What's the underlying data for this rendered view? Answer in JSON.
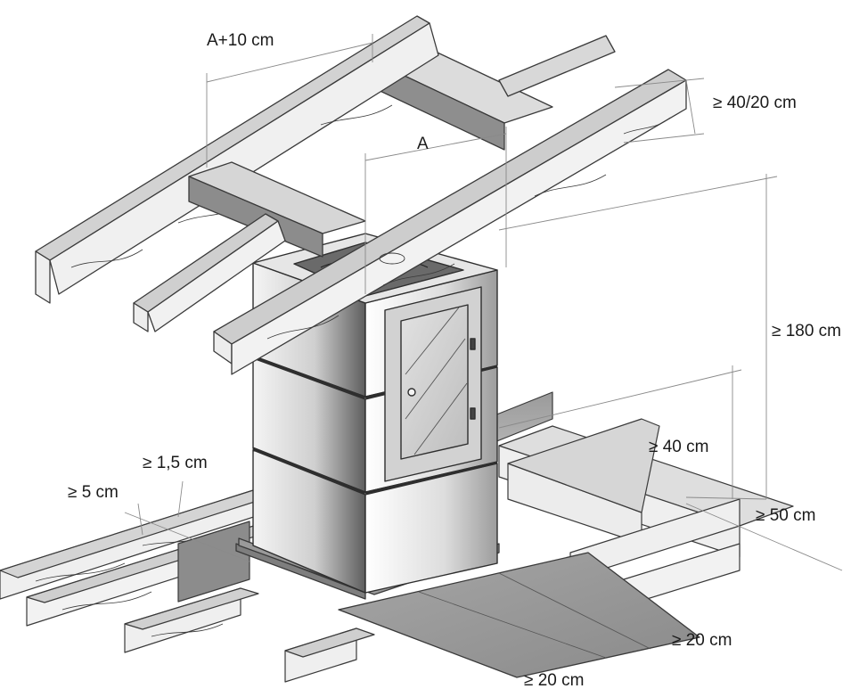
{
  "labels": {
    "opening_width": "A+10 cm",
    "opening_width_ref": "A",
    "ceiling_clearance": "≥ 40/20 cm",
    "front_clearance_height": "≥ 180 cm",
    "door_clearance": "≥ 40 cm",
    "side_gap_small": "≥ 1,5 cm",
    "side_gap": "≥ 5 cm",
    "front_distance": "≥ 50 cm",
    "plate_side": "≥ 20 cm",
    "plate_front": "≥ 20 cm"
  },
  "colors": {
    "line": "#3a3a3a",
    "wood_light": "#efefef",
    "wood_shade": "#b4b4b4",
    "wood_dark": "#8c8c8c",
    "stove_light": "#f2f2f2",
    "stove_mid": "#c4c4c4",
    "stove_dark": "#6e6e6e",
    "floor_plate": "#9a9a9a",
    "dim_line": "#8a8a8a"
  }
}
